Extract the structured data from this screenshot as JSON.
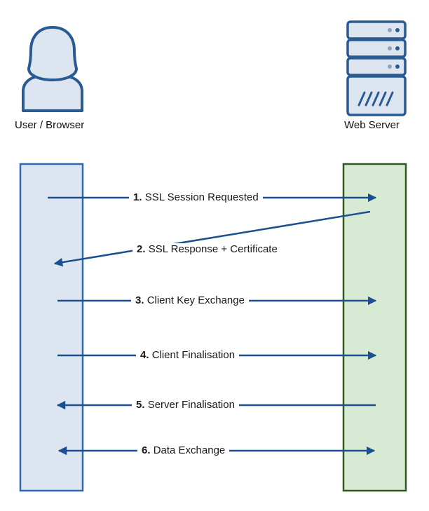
{
  "actors": {
    "client": {
      "label": "User / Browser",
      "icon": "user-icon"
    },
    "server": {
      "label": "Web Server",
      "icon": "server-icon"
    }
  },
  "colors": {
    "arrow": "#1b4f8f",
    "icon_stroke": "#2a5a92",
    "icon_fill": "#dde5f1",
    "client_lane_fill": "#dde5f1",
    "client_lane_stroke": "#2f6ab0",
    "server_lane_fill": "#d7ead3",
    "server_lane_stroke": "#2f5a1f"
  },
  "messages": [
    {
      "num": "1.",
      "text": "SSL Session Requested",
      "direction": "to-server"
    },
    {
      "num": "2.",
      "text": "SSL Response + Certificate",
      "direction": "to-client"
    },
    {
      "num": "3.",
      "text": "Client Key Exchange",
      "direction": "to-server"
    },
    {
      "num": "4.",
      "text": "Client Finalisation",
      "direction": "to-server"
    },
    {
      "num": "5.",
      "text": "Server Finalisation",
      "direction": "to-client"
    },
    {
      "num": "6.",
      "text": "Data Exchange",
      "direction": "both"
    }
  ]
}
